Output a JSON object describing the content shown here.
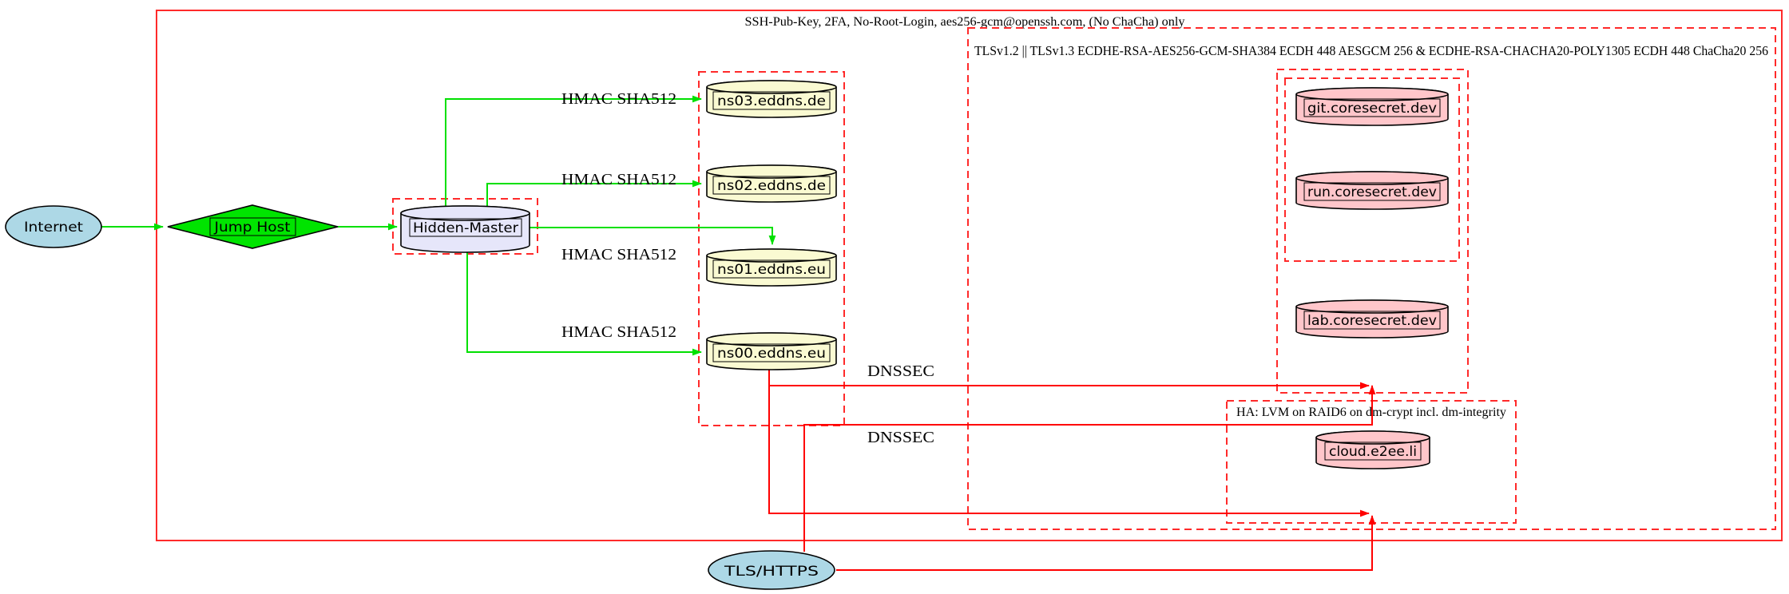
{
  "diagram": {
    "type": "network-security-topology",
    "cluster_labels": {
      "ssh_cluster": "SSH-Pub-Key, 2FA, No-Root-Login, aes256-gcm@openssh.com, (No ChaCha) only",
      "tls_cluster": "TLSv1.2 || TLSv1.3 ECDHE-RSA-AES256-GCM-SHA384 ECDH 448 AESGCM 256 & ECDHE-RSA-CHACHA20-POLY1305 ECDH 448 ChaCha20 256",
      "ha_cluster": "HA: LVM on RAID6 on dm-crypt incl. dm-integrity"
    },
    "nodes": {
      "internet": "Internet",
      "jump_host": "Jump Host",
      "hidden_master": "Hidden-Master",
      "ns03": "ns03.eddns.de",
      "ns02": "ns02.eddns.de",
      "ns01": "ns01.eddns.eu",
      "ns00": "ns00.eddns.eu",
      "git": "git.coresecret.dev",
      "run": "run.coresecret.dev",
      "lab": "lab.coresecret.dev",
      "cloud": "cloud.e2ee.li",
      "tls_https": "TLS/HTTPS"
    },
    "edge_labels": {
      "hmac_ns03": "HMAC SHA512",
      "hmac_ns02": "HMAC SHA512",
      "hmac_ns01": "HMAC SHA512",
      "hmac_ns00": "HMAC SHA512",
      "dnssec_upper": "DNSSEC",
      "dnssec_lower": "DNSSEC"
    },
    "colors": {
      "internet_fill": "#add8e6",
      "tls_https_fill": "#add8e6",
      "jump_host_fill": "#00e400",
      "hidden_master_fill": "#e6e6fa",
      "dns_server_fill": "#fafad2",
      "service_fill": "#ffc6ca",
      "secure_edge_green": "#00e000",
      "edge_red": "#ff0000",
      "cluster_border_red": "#ff2a2a",
      "node_border": "#000000"
    }
  }
}
